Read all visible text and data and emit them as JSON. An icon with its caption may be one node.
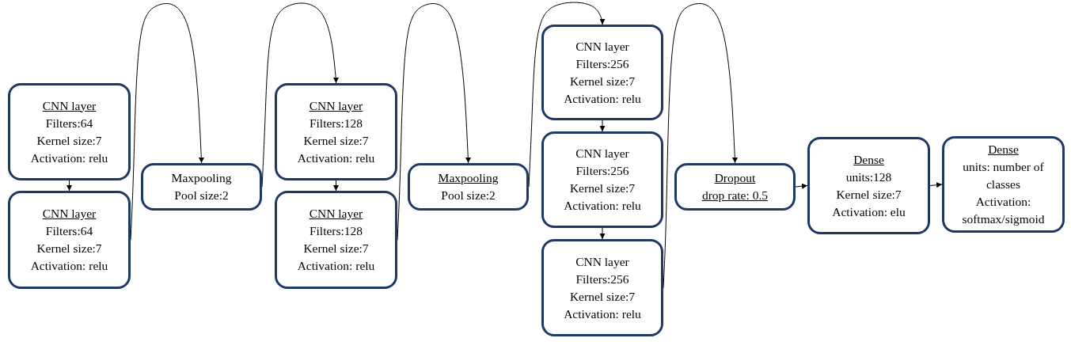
{
  "diagram": {
    "nodes": [
      {
        "text": [
          "CNN layer",
          "Filters:64",
          "Kernel size:7",
          "Activation: relu"
        ]
      },
      {
        "text": [
          "CNN layer",
          "Filters:64",
          "Kernel size:7",
          "Activation: relu"
        ]
      },
      {
        "text": [
          "Maxpooling",
          "Pool size:2"
        ]
      },
      {
        "text": [
          "CNN layer",
          "Filters:128",
          "Kernel size:7",
          "Activation: relu"
        ]
      },
      {
        "text": [
          "CNN layer",
          "Filters:128",
          "Kernel size:7",
          "Activation: relu"
        ]
      },
      {
        "text": [
          "Maxpooling",
          "Pool size:2"
        ]
      },
      {
        "text": [
          "CNN layer",
          "Filters:256",
          "Kernel size:7",
          "Activation: relu"
        ]
      },
      {
        "text": [
          "CNN layer",
          "Filters:256",
          "Kernel size:7",
          "Activation: relu"
        ]
      },
      {
        "text": [
          "CNN layer",
          "Filters:256",
          "Kernel size:7",
          "Activation: relu"
        ]
      },
      {
        "text": [
          "Dropout",
          "drop rate: 0.5"
        ]
      },
      {
        "text": [
          "Dense",
          "units:128",
          "Kernel size:7",
          "Activation: elu"
        ]
      },
      {
        "text": [
          "Dense",
          "units: number of classes",
          "Activation: softmax/sigmoid"
        ]
      }
    ],
    "edges": [
      {
        "from": 0,
        "to": 1,
        "arrow": "to"
      },
      {
        "from": 1,
        "to": 2,
        "arrow": "to"
      },
      {
        "from": 2,
        "to": 3,
        "arrow": "to"
      },
      {
        "from": 3,
        "to": 4,
        "arrow": "to"
      },
      {
        "from": 4,
        "to": 5,
        "arrow": "to"
      },
      {
        "from": 5,
        "to": 6,
        "arrow": "to"
      },
      {
        "from": 6,
        "to": 7,
        "arrow": "to"
      },
      {
        "from": 7,
        "to": 8,
        "arrow": "to"
      },
      {
        "from": 8,
        "to": 9,
        "arrow": "to"
      },
      {
        "from": 9,
        "to": 10,
        "arrow": "to"
      },
      {
        "from": 10,
        "to": 11,
        "arrow": "to"
      }
    ]
  }
}
